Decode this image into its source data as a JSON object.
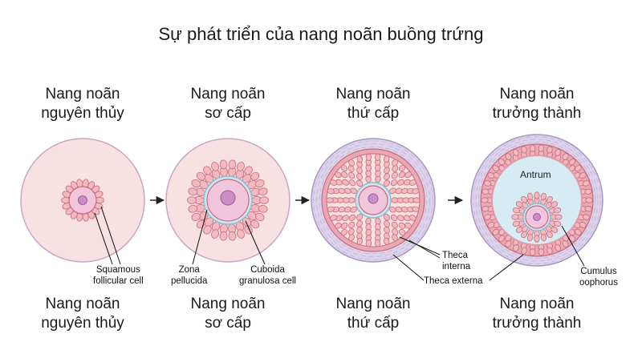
{
  "title": "Sự phát triển của nang noãn buồng trứng",
  "stages": [
    {
      "top": [
        "Nang noãn",
        "nguyên thủy"
      ],
      "bottom": [
        "Nang noãn",
        "nguyên thủy"
      ]
    },
    {
      "top": [
        "Nang noãn",
        "sơ cấp"
      ],
      "bottom": [
        "Nang noãn",
        "sơ cấp"
      ]
    },
    {
      "top": [
        "Nang noãn",
        "thứ cấp"
      ],
      "bottom": [
        "Nang noãn",
        "thứ cấp"
      ]
    },
    {
      "top": [
        "Nang noãn",
        "trưởng thành"
      ],
      "bottom": [
        "Nang noãn",
        "trưởng thành"
      ]
    }
  ],
  "callouts": {
    "squamous": [
      "Squamous",
      "follicular cell"
    ],
    "zona": [
      "Zona",
      "pellucida"
    ],
    "cuboidal": [
      "Cuboida",
      "granulosa cell"
    ],
    "theca_interna": [
      "Theca",
      "interna"
    ],
    "theca_externa": "Theca externa",
    "cumulus": [
      "Cumulus",
      "oophorus"
    ],
    "antrum": "Antrum"
  },
  "colors": {
    "stroma": "#f8e1e3",
    "cell_fill": "#f2b9c0",
    "cell_stroke": "#c76b7a",
    "oocyte": "#f1c6dc",
    "nucleus": "#c98fc4",
    "zona": "#cfe6f2",
    "theca_externa": "#dcd2ea",
    "fluid": "#d7ebf4"
  }
}
